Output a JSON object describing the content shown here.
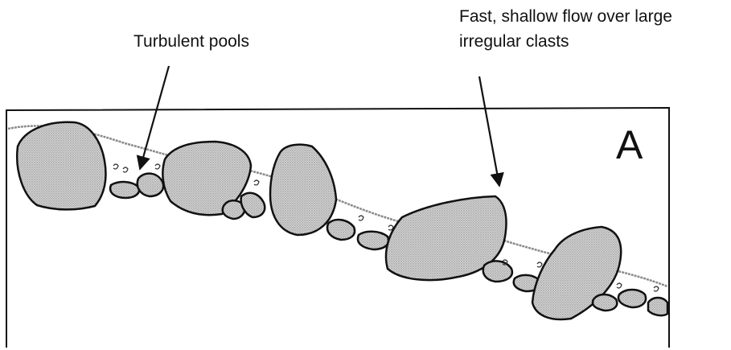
{
  "labels": {
    "turbulent_pools": "Turbulent pools",
    "fast_flow_line1": "Fast, shallow flow over large",
    "fast_flow_line2": "irregular clasts"
  },
  "panel": {
    "letter": "A"
  },
  "colors": {
    "ink": "#111111",
    "clast_fill": "#c9c9c9",
    "water_surface": "#888888",
    "background": "#ffffff"
  }
}
